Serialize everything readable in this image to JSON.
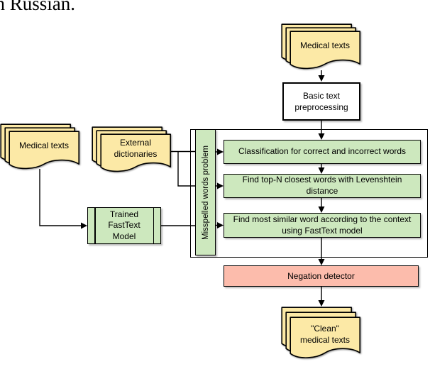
{
  "caption": {
    "fragment": "in Russian."
  },
  "colors": {
    "document_fill": "#FCE9A6",
    "process_fill": "#CDE8BE",
    "negation_fill": "#FCBCAC",
    "plain_fill": "#FFFFFF",
    "stroke": "#000000"
  },
  "sources": {
    "medical_texts_top": "Medical texts",
    "medical_texts_left": "Medical texts",
    "external_dictionaries": "External\ndictionaries",
    "clean_output": "\"Clean\"\nmedical texts"
  },
  "processes": {
    "basic_preprocessing": "Basic text\npreprocessing",
    "trained_fasttext": "Trained\nFastText\nModel",
    "misspelled_group_label": "Misspelled words problem",
    "step_classification": "Classification for correct and incorrect words",
    "step_levenshtein": "Find top-N closest words with Levenshtein\ndistance",
    "step_context": "Find most similar word according to the context\nusing FastText model",
    "negation_detector": "Negation detector"
  }
}
